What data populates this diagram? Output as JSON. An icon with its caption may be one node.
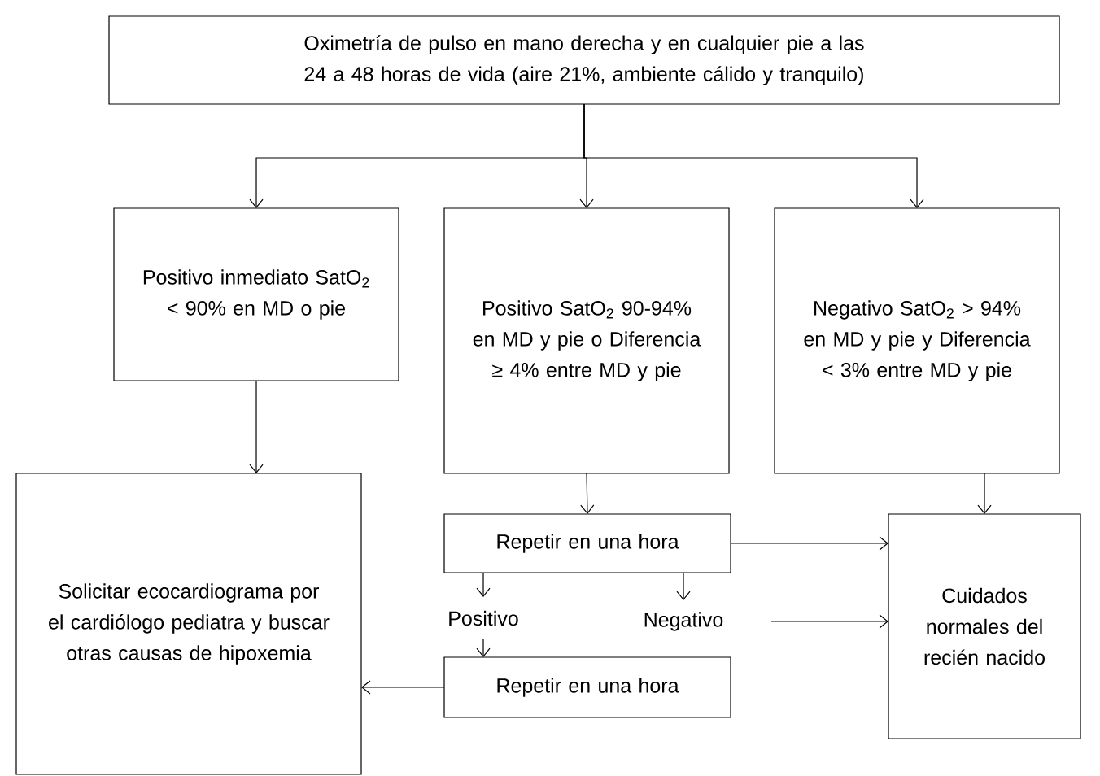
{
  "diagram": {
    "nodes": [
      {
        "text": [
          "Oximetría de pulso en mano derecha y en cualquier pie a las 24 a 48 horas de vida (aire 21%, ambiente cálido y tranquilo)"
        ]
      },
      {
        "text": [
          "Positivo inmediato SatO$_{2}$ < 90% en MD o pie"
        ]
      },
      {
        "text": [
          "Positivo SatO$_{2}$ 90-94% en MD y pie o Diferencia ≥ 4% entre MD y pie"
        ]
      },
      {
        "text": [
          "Negativo SatO$_{2}$ > 94% en MD y pie y Diferencia < 3% entre MD y pie"
        ]
      },
      {
        "text": [
          "Solicitar ecocardiograma por el cardiólogo pediatra y buscar otras causas de hipoxemia"
        ]
      },
      {
        "text": [
          "Repetir en una hora"
        ]
      },
      {
        "text": [
          "Cuidados normales del recién nacido"
        ]
      },
      {
        "text": [
          "Positivo"
        ]
      },
      {
        "text": [
          "Negativo"
        ]
      },
      {
        "text": [
          "Repetir en una hora"
        ]
      }
    ],
    "edges": [
      {
        "from": 0,
        "to": 1,
        "arrow": "to"
      },
      {
        "from": 0,
        "to": 2,
        "arrow": "to"
      },
      {
        "from": 0,
        "to": 3,
        "arrow": "to"
      },
      {
        "from": 1,
        "to": 4,
        "arrow": "to"
      },
      {
        "from": 2,
        "to": 5,
        "arrow": "to"
      },
      {
        "from": 3,
        "to": 6,
        "arrow": "to"
      },
      {
        "from": 5,
        "to": 6,
        "arrow": "to"
      },
      {
        "from": 5,
        "to": 7,
        "arrow": "to"
      },
      {
        "from": 5,
        "to": 8,
        "arrow": "to"
      },
      {
        "from": 7,
        "to": 9,
        "arrow": "to"
      },
      {
        "from": 8,
        "to": 6,
        "arrow": "to"
      },
      {
        "from": 9,
        "to": 4,
        "arrow": "to"
      }
    ]
  }
}
